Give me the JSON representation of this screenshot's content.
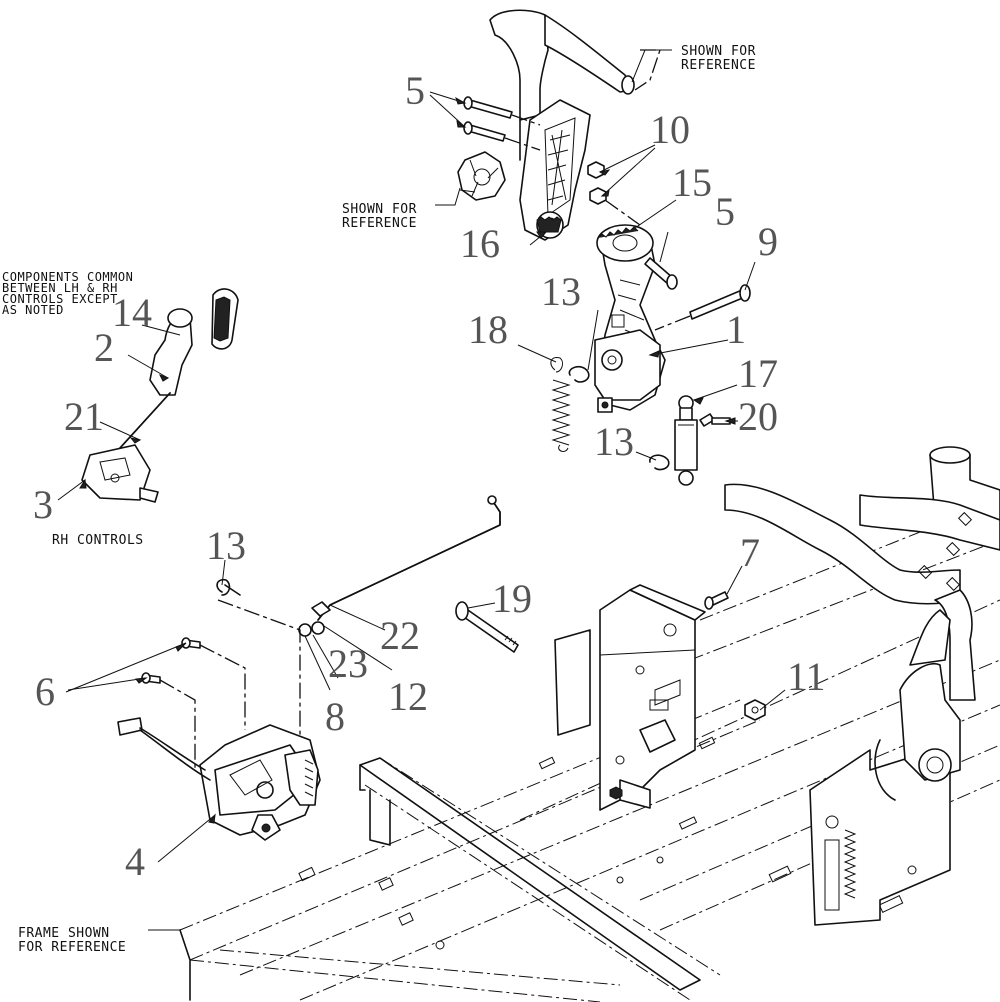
{
  "callouts": {
    "c1": "1",
    "c2": "2",
    "c3": "3",
    "c4": "4",
    "c5a": "5",
    "c5b": "5",
    "c6": "6",
    "c7": "7",
    "c8": "8",
    "c9": "9",
    "c10": "10",
    "c11": "11",
    "c12": "12",
    "c13a": "13",
    "c13b": "13",
    "c13c": "13",
    "c14": "14",
    "c15": "15",
    "c16": "16",
    "c17": "17",
    "c18": "18",
    "c19": "19",
    "c20": "20",
    "c21": "21",
    "c22": "22",
    "c23": "23"
  },
  "notes": {
    "shown_ref_top_1": "SHOWN FOR",
    "shown_ref_top_2": "REFERENCE",
    "shown_ref_knob_1": "SHOWN FOR",
    "shown_ref_knob_2": "REFERENCE",
    "common_1": "COMPONENTS COMMON",
    "common_2": "BETWEEN LH & RH",
    "common_3": "CONTROLS EXCEPT",
    "common_4": "AS NOTED",
    "rh_controls": "RH CONTROLS",
    "frame_1": "FRAME SHOWN",
    "frame_2": "FOR REFERENCE"
  }
}
